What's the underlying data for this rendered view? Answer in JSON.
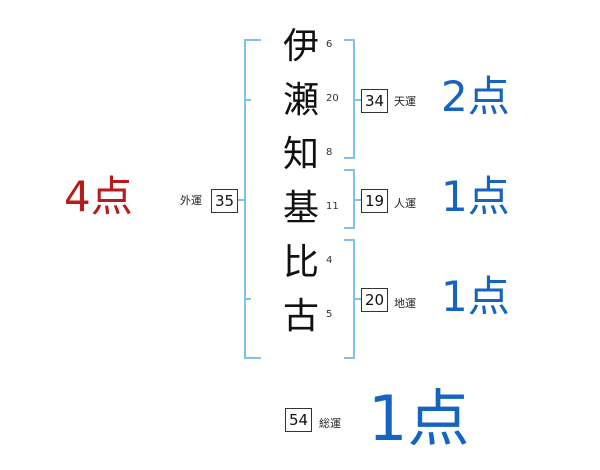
{
  "name": {
    "characters": [
      "伊",
      "瀬",
      "知",
      "基",
      "比",
      "古"
    ],
    "strokes": [
      "6",
      "20",
      "8",
      "11",
      "4",
      "5"
    ]
  },
  "fortune": {
    "ten": {
      "value": "34",
      "label": "天運",
      "score": "2点"
    },
    "jin": {
      "value": "19",
      "label": "人運",
      "score": "1点"
    },
    "chi": {
      "value": "20",
      "label": "地運",
      "score": "1点"
    },
    "gai": {
      "value": "35",
      "label": "外運",
      "score": "4点"
    },
    "sou": {
      "value": "54",
      "label": "総運",
      "score": "1点"
    }
  },
  "colors": {
    "bracket": "#7fc3e8",
    "score_blue": "#1565c0",
    "score_red": "#b71c1c"
  }
}
